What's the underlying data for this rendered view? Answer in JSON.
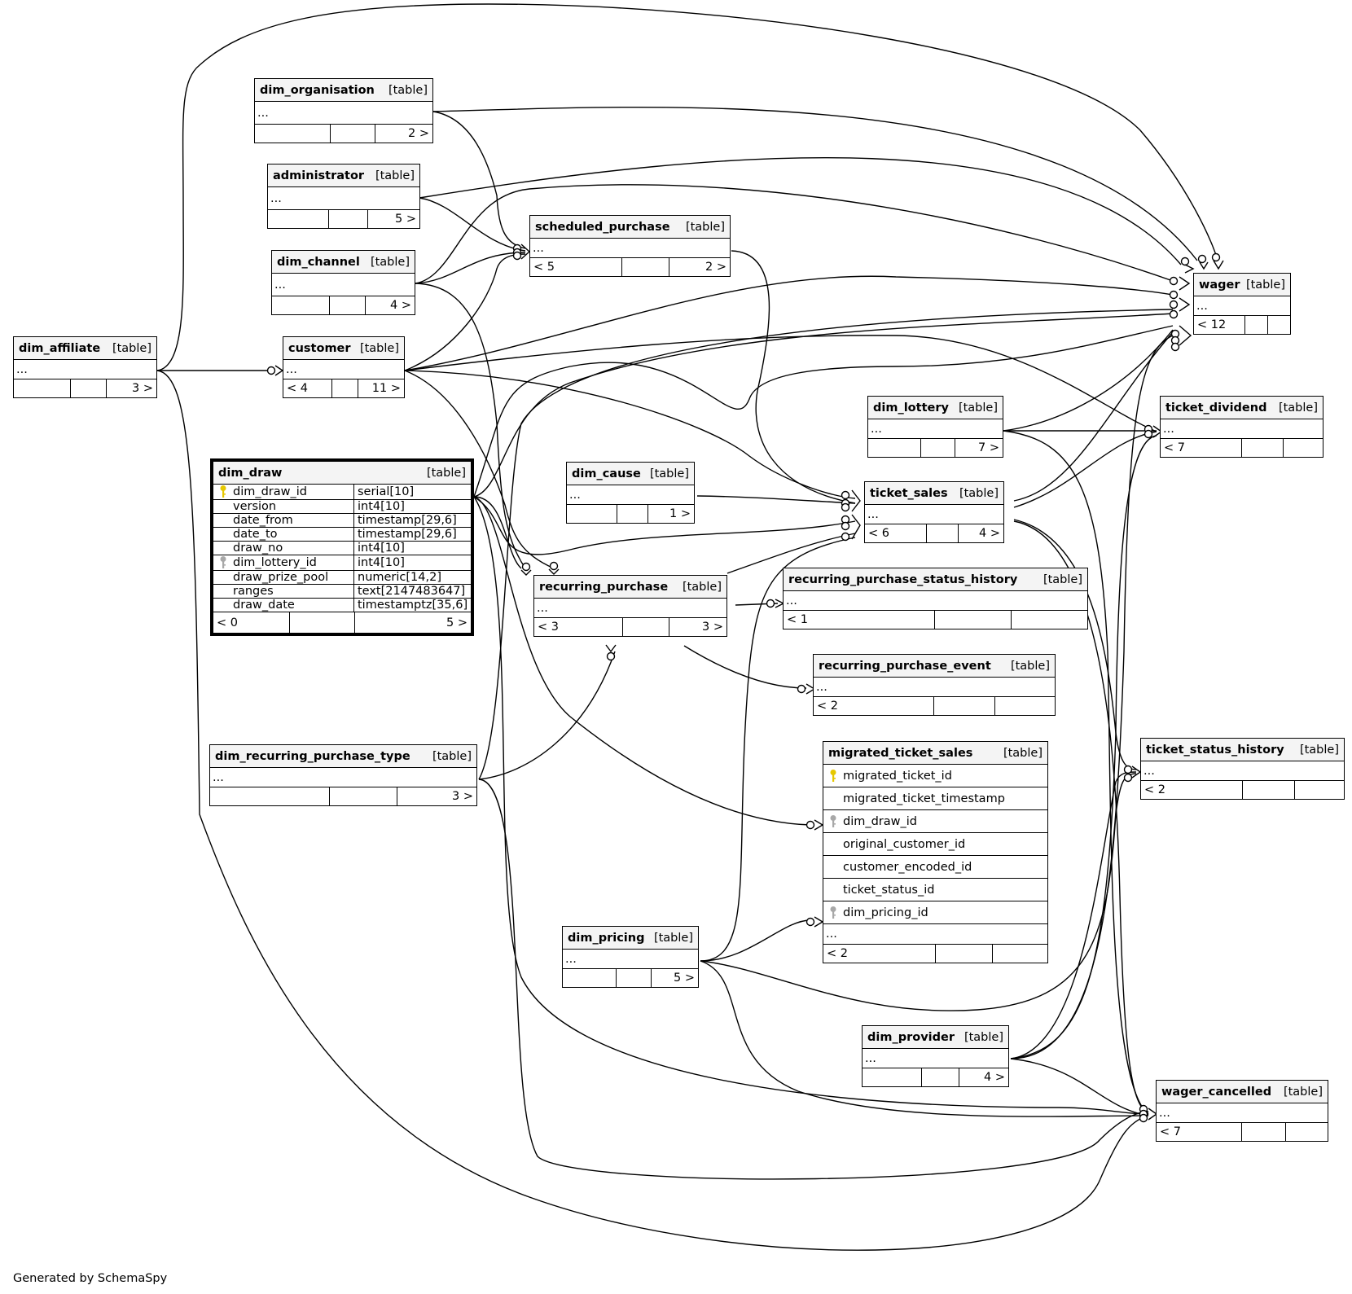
{
  "credit": "Generated by SchemaSpy",
  "type_label": "[table]",
  "ellipsis": "...",
  "tables": {
    "dim_organisation": {
      "name": "dim_organisation",
      "left": "",
      "right": "2 >"
    },
    "administrator": {
      "name": "administrator",
      "left": "",
      "right": "5 >"
    },
    "dim_channel": {
      "name": "dim_channel",
      "left": "",
      "right": "4 >"
    },
    "scheduled_purchase": {
      "name": "scheduled_purchase",
      "left": "< 5",
      "right": "2 >"
    },
    "dim_affiliate": {
      "name": "dim_affiliate",
      "left": "",
      "right": "3 >"
    },
    "customer": {
      "name": "customer",
      "left": "< 4",
      "right": "11 >"
    },
    "wager": {
      "name": "wager",
      "left": "< 12",
      "right": ""
    },
    "dim_lottery": {
      "name": "dim_lottery",
      "left": "",
      "right": "7 >"
    },
    "ticket_dividend": {
      "name": "ticket_dividend",
      "left": "< 7",
      "right": ""
    },
    "dim_cause": {
      "name": "dim_cause",
      "left": "",
      "right": "1 >"
    },
    "ticket_sales": {
      "name": "ticket_sales",
      "left": "< 6",
      "right": "4 >"
    },
    "recurring_purchase": {
      "name": "recurring_purchase",
      "left": "< 3",
      "right": "3 >"
    },
    "recurring_purchase_status_history": {
      "name": "recurring_purchase_status_history",
      "left": "< 1",
      "right": ""
    },
    "recurring_purchase_event": {
      "name": "recurring_purchase_event",
      "left": "< 2",
      "right": ""
    },
    "dim_recurring_purchase_type": {
      "name": "dim_recurring_purchase_type",
      "left": "",
      "right": "3 >"
    },
    "ticket_status_history": {
      "name": "ticket_status_history",
      "left": "< 2",
      "right": ""
    },
    "dim_pricing": {
      "name": "dim_pricing",
      "left": "",
      "right": "5 >"
    },
    "dim_provider": {
      "name": "dim_provider",
      "left": "",
      "right": "4 >"
    },
    "wager_cancelled": {
      "name": "wager_cancelled",
      "left": "< 7",
      "right": ""
    },
    "dim_draw": {
      "name": "dim_draw",
      "left": "< 0",
      "right": "5 >",
      "columns": [
        {
          "name": "dim_draw_id",
          "type": "serial[10]",
          "key": "primary"
        },
        {
          "name": "version",
          "type": "int4[10]",
          "key": ""
        },
        {
          "name": "date_from",
          "type": "timestamp[29,6]",
          "key": ""
        },
        {
          "name": "date_to",
          "type": "timestamp[29,6]",
          "key": ""
        },
        {
          "name": "draw_no",
          "type": "int4[10]",
          "key": ""
        },
        {
          "name": "dim_lottery_id",
          "type": "int4[10]",
          "key": "foreign"
        },
        {
          "name": "draw_prize_pool",
          "type": "numeric[14,2]",
          "key": ""
        },
        {
          "name": "ranges",
          "type": "text[2147483647]",
          "key": ""
        },
        {
          "name": "draw_date",
          "type": "timestamptz[35,6]",
          "key": ""
        }
      ]
    },
    "migrated_ticket_sales": {
      "name": "migrated_ticket_sales",
      "left": "< 2",
      "right": "",
      "columns": [
        {
          "name": "migrated_ticket_id",
          "key": "primary"
        },
        {
          "name": "migrated_ticket_timestamp",
          "key": ""
        },
        {
          "name": "dim_draw_id",
          "key": "foreign"
        },
        {
          "name": "original_customer_id",
          "key": ""
        },
        {
          "name": "customer_encoded_id",
          "key": ""
        },
        {
          "name": "ticket_status_id",
          "key": ""
        },
        {
          "name": "dim_pricing_id",
          "key": "foreign"
        }
      ]
    }
  },
  "colors": {
    "primary_key": "#e6c800",
    "foreign_key": "#a8a8a8",
    "header_bg": "#f4f4f4"
  }
}
